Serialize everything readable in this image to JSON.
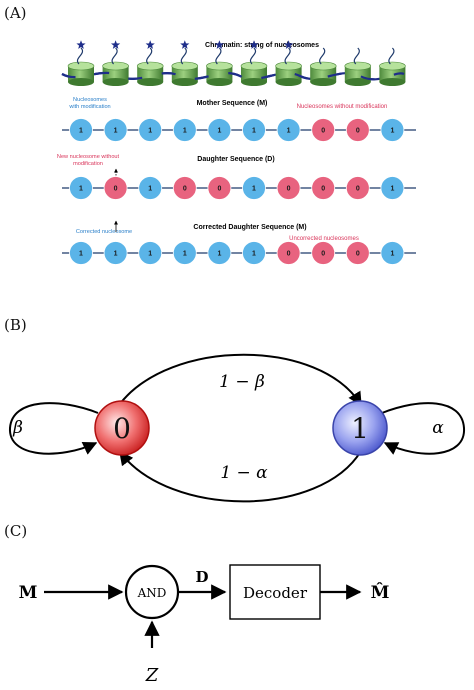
{
  "panel_a": {
    "label": "(A)",
    "chromatin_title": "Chromatin: string of nucleosomes",
    "flags": [
      true,
      true,
      true,
      true,
      true,
      true,
      true,
      false,
      false,
      false
    ],
    "mother": {
      "title": "Mother Sequence (M)",
      "left_note_line1": "Nucleosomes",
      "left_note_line2": "with modification",
      "right_note": "Nucleosomes without modification",
      "values": [
        "1",
        "1",
        "1",
        "1",
        "1",
        "1",
        "1",
        "0",
        "0",
        "1"
      ]
    },
    "daughter": {
      "title": "Daughter Sequence (D)",
      "left_note_line1": "New nucleosome without",
      "left_note_line2": "modification",
      "values": [
        "1",
        "0",
        "1",
        "0",
        "0",
        "1",
        "0",
        "0",
        "0",
        "1"
      ]
    },
    "corrected": {
      "title": "Corrected Daughter Sequence (M)",
      "left_note": "Corrected nucleosome",
      "right_note": "Uncorrected nucleosomes",
      "values": [
        "1",
        "1",
        "1",
        "1",
        "1",
        "1",
        "0",
        "0",
        "0",
        "1"
      ]
    },
    "colors": {
      "one": "#5ab4e8",
      "zero": "#e8637f",
      "note_blue": "#2a7fc9",
      "note_red": "#d9345a"
    }
  },
  "panel_b": {
    "label": "(B)",
    "state0": "0",
    "state1": "1",
    "top_edge": "1 − β",
    "bottom_edge": "1 − α",
    "self0": "β",
    "self1": "α",
    "colors": {
      "state0_fill": "#e23a3a",
      "state1_fill": "#6f7ae0"
    }
  },
  "panel_c": {
    "label": "(C)",
    "input_m": "M",
    "gate": "AND",
    "signal_d": "D",
    "decoder": "Decoder",
    "output": "M̂",
    "input_z": "Z"
  }
}
